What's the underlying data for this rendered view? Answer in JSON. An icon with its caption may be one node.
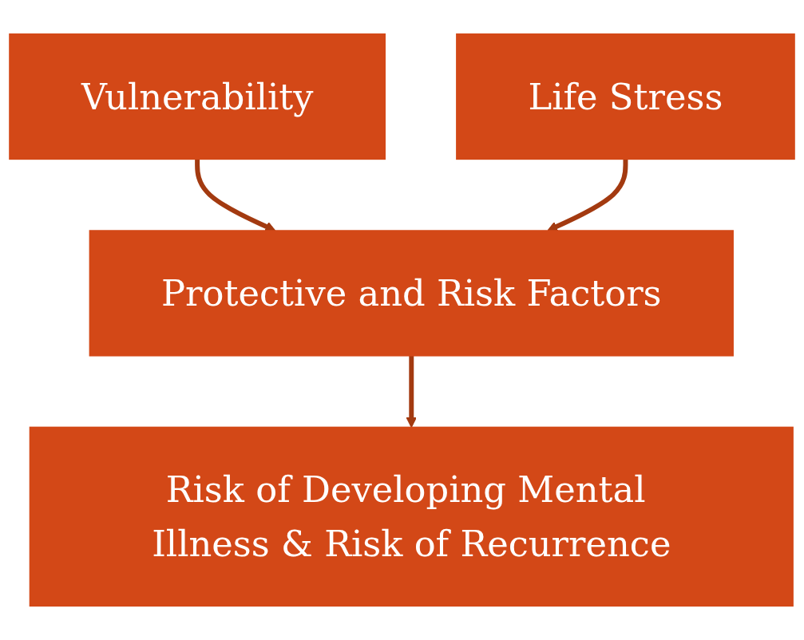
{
  "diagram": {
    "nodes": [
      {
        "text": [
          "Vulnerability"
        ]
      },
      {
        "text": [
          "Life Stress"
        ]
      },
      {
        "text": [
          "Protective and Risk Factors"
        ]
      },
      {
        "text": [
          "Risk of Developing Mental Illness & Risk of Recurrence"
        ]
      }
    ],
    "edges": [
      {
        "from": 0,
        "to": 2,
        "arrow": "to"
      },
      {
        "from": 1,
        "to": 2,
        "arrow": "to"
      },
      {
        "from": 2,
        "to": 3,
        "arrow": "to"
      }
    ]
  }
}
